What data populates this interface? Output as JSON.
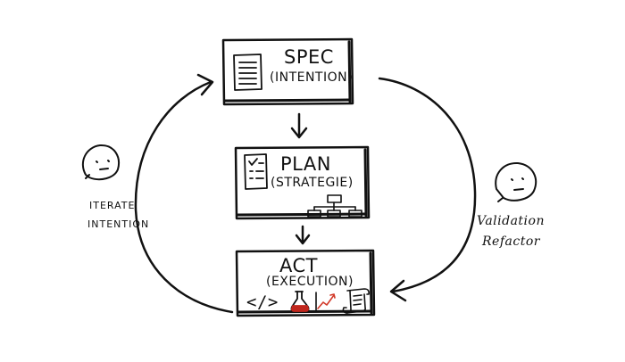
{
  "nodes": {
    "spec": {
      "title": "SPEC",
      "subtitle": "(INTENTION)"
    },
    "plan": {
      "title": "PLAN",
      "subtitle": "(STRATEGIE)"
    },
    "act": {
      "title": "ACT",
      "subtitle": "(EXECUTION)",
      "code_glyph": "</>"
    }
  },
  "side_labels": {
    "left": {
      "line1": "ITERATE",
      "line2": "INTENTION"
    },
    "right": {
      "line1": "Validation",
      "line2": "Refactor"
    }
  },
  "colors": {
    "ink": "#111111",
    "flask": "#c0261d",
    "chart_line": "#d23a2a"
  },
  "icons": [
    "document-icon",
    "checklist-icon",
    "org-chart-icon",
    "code-icon",
    "flask-icon",
    "chart-icon",
    "scroll-icon",
    "person-face-icon"
  ]
}
